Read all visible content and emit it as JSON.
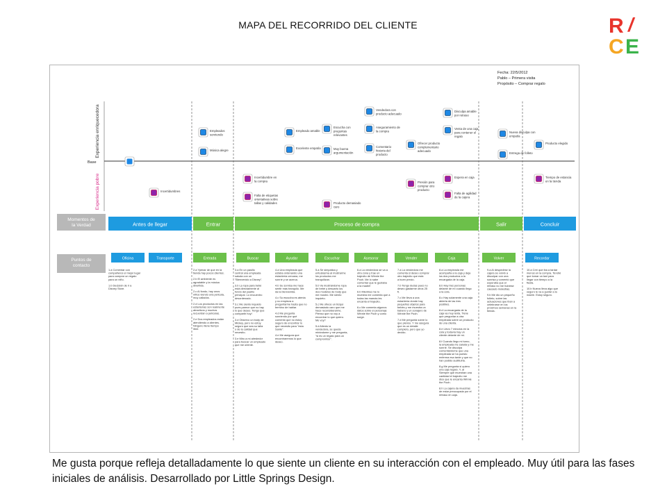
{
  "slide": {
    "title": "MAPA DEL RECORRIDO DEL CLIENTE",
    "caption": "Me gusta porque refleja detalladamente lo que siente un cliente en su interacción con el empleado. Muy útil para las fases iniciales de análisis. Desarrollado por Little Springs Design."
  },
  "logo": {
    "letters": [
      "R",
      "/",
      "C",
      "E"
    ],
    "colors": [
      "#e8342c",
      "#e8342c",
      "#f5a623",
      "#3bb34a"
    ]
  },
  "map": {
    "header": {
      "date": "Fecha: 22/5/2012",
      "person": "Pablo – Primera visita",
      "purpose": "Propósito – Comprar regalo"
    },
    "axis": {
      "positive": "Experiencia enriquecedora",
      "base": "Base",
      "negative": "Experiencia pobre"
    },
    "emotions": [
      {
        "text": "Incertidumbres",
        "tone": "neg"
      },
      {
        "text": "Empleados sonriendo",
        "tone": "pos"
      },
      {
        "text": "Música alegre",
        "tone": "pos"
      },
      {
        "text": "Incertidumbre en la compra",
        "tone": "neg"
      },
      {
        "text": "Falta de etiquetas orientativas sobre tallas y calidades",
        "tone": "neg"
      },
      {
        "text": "Empleado amable",
        "tone": "pos"
      },
      {
        "text": "Excelente empatía",
        "tone": "pos"
      },
      {
        "text": "Escucha con preguntas relevantes",
        "tone": "pos"
      },
      {
        "text": "Muy buena argumentación",
        "tone": "pos"
      },
      {
        "text": "Producto demasiado caro",
        "tone": "neg"
      },
      {
        "text": "Vendedora con producto adecuado",
        "tone": "pos"
      },
      {
        "text": "Aseguramiento de la compra",
        "tone": "pos"
      },
      {
        "text": "Comentario historia del producto",
        "tone": "pos"
      },
      {
        "text": "Ofrecer producto complementario adecuado",
        "tone": "pos"
      },
      {
        "text": "Presión para comprar otro producto",
        "tone": "neg"
      },
      {
        "text": "Disculpa amable por retraso",
        "tone": "pos"
      },
      {
        "text": "Venta de una caja para contener el regalo",
        "tone": "pos"
      },
      {
        "text": "Espera en caja",
        "tone": "neg"
      },
      {
        "text": "Falta de agilidad de la cajera",
        "tone": "neg"
      },
      {
        "text": "Nueva disculpa con empatía",
        "tone": "pos"
      },
      {
        "text": "Entrega de folleto",
        "tone": "pos"
      },
      {
        "text": "Producto elegido",
        "tone": "pos"
      },
      {
        "text": "Tiempo de estancia en la tienda",
        "tone": "neg"
      }
    ],
    "moments_label": "Momentos de la Verdad",
    "phases": [
      "Antes de llegar",
      "Entrar",
      "Proceso de compra",
      "Salir",
      "Concluir"
    ],
    "touchpoints_label": "Puntos de contacto",
    "touchpoints": [
      "Oficina",
      "Transporte",
      "Entrada",
      "Buscar",
      "Ayudar",
      "Escuchar",
      "Asesorar",
      "Vender",
      "Caja",
      "Volver",
      "Recordar"
    ],
    "notes": [
      [
        "1.a Comentar con compañeros el mejor lugar para comprar un regalo para un niño.",
        "1.b Decisión de ir a Disney Store."
      ],
      [
        "2.a Ypenar de que en la tienda hay pocos clientes.",
        "2.b El ambiente es agradable y la música divertida.",
        "2.c Al fondo, hay unos niños viendo una película, muy callados.",
        "2.d Los productos en las estanterías son realmente atractivos y muchos recuerdan a películas.",
        "2.e Dos empleados están atendiendo a clientes. Ninguno tiene tiempo libre."
      ],
      [
        "3.a En un pasillo central una empleada saluda con un \"Bienvenido a Disney\".",
        "3.b La ropa para bebé está directamente al fondo del pasillo principal. Lo encuentro desordenado.",
        "3.c Me siento inquieto pues parece que no hay lo que deseo. Tengo que compartir hoy!",
        "3.d Observo un body de Mickey, pero no estoy seguro que sea su talla o de la calidad que necesito.",
        "3.e Miro a mi alrededor para buscar un empleado que me oriente."
      ],
      [
        "4.a Una empleada que estaba ordenando una estantería cercana, me sonríe y se acerca.",
        "4.b Su sonrisa me hace sentir más tranquilo. Me da la bienvenida.",
        "4.c Su escucha es atenta y no empieza a preguntarme hasta que no termino de hablar.",
        "4.d Me pregunta sonriendo por qué comentó que no estoy seguro de encontrar lo que necesito para \"esta Sanle\".",
        "4.e Me asegura que encontraremos lo que deseo."
      ],
      [
        "5.a Se simpatiza y entusiasma al mostrarme los productos me tranquilizan.",
        "5.b Va mostrándome ropa de bebé y descarto los dos modelos de body que me mostró. Me siento inquieto.",
        "5.c Me ofrece un bizqui demasiado caro que me hace reconsiderarme. Pienso que no voy a encontrar lo que quiero. Me voy?",
        "5.d Aliento la vendedora, se queda mirándome y me pregunta, \"si es un regalo para un compromiso\"."
      ],
      [
        "6.a La vendedora se va a otra zona y trae un trajecito de Winnie the Pooh. Me lo sabe comentar que le gustaba a la madre!",
        "6.b Mientras me lo muestra me comenta que a todas las mamás les encanta el trajecito.",
        "6.c Me comenta algunos datos sobre el personaje Winnie the Pooh y como surge."
      ],
      [
        "7.a La vendedora me comenta si deseo comprar otro trajecito que está a buen precio.",
        "7.b Tengo dudas pues no deseo gastarme otros 25 €.",
        "7.c Me lleva a una estantería donde hay pequeños objetos para bebés y me muestra un babero y un sonajero de Winnie the Pooh.",
        "7.d Me pregunta sobre lo que pienso. Y me asegura que es un detalle completo, pero que yo decido."
      ],
      [
        "8.a La empleada me acompaña a la caja y deja los dos productos a la encargada de la caja.",
        "8.b Hay tres personas delante de mí cuando llego a la cola.",
        "8.c Hay solamente una caja abierta de las tres posibles.",
        "8.d La encargada de la caja va muy lenta. Tiene que preguntar a otra empleada sobre un producto de una clienta.",
        "8.e Llevo 7 minutos en la cola y todavía hay un cliente delante de mí.",
        "8.f Cuando llego mi turno, la empleada me saluda y me sonríe. Se disculpa comentándome que una empleada se ha puesto enferma esa tarde y que no han podido sustituirla.",
        "8.g Me pregunta si quiero una caja regalo. Y, al Siempre que muestran una cantidad el trajecito me dice que le encanta Winnie the Pooh.",
        "8.h La cajera da muestras de estar preocupada por el retraso en caja."
      ],
      [
        "9.a Al despedirse la cajera se volvió a disculpar con una sonrisa y comentó que esperaba que el retraso no me hubiese causado molestias.",
        "9.b Me dio un pequeño folleto, sobre las actuaciones que iban a celebrarse en los próximos semanas en la tienda."
      ],
      [
        "10.a Creí que iba a tardar menos en la compra. Tendré que tomar un taxi para llegar con tiempo a la fiesta.",
        "10.b Nueva lleva algo que seguro le va a gustar a la madre. Estoy seguro."
      ]
    ]
  }
}
